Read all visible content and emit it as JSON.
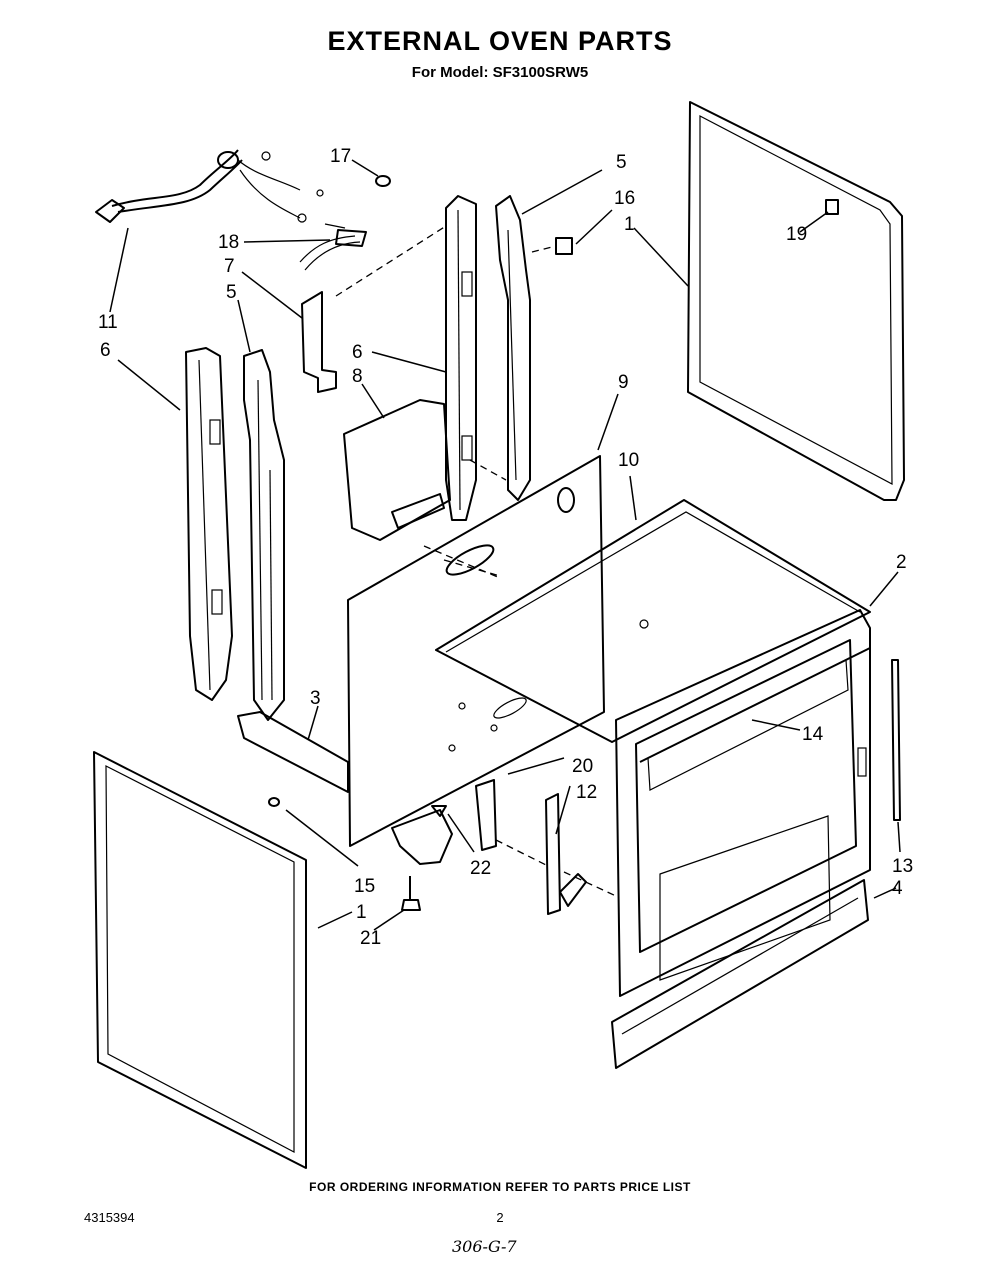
{
  "title": "EXTERNAL OVEN PARTS",
  "subtitle": "For Model: SF3100SRW5",
  "footer_note": "FOR ORDERING INFORMATION REFER TO PARTS PRICE LIST",
  "doc_number": "4315394",
  "page_number": "2",
  "handwritten_note": "306-G-7",
  "callouts": [
    {
      "id": "c17",
      "label": "17"
    },
    {
      "id": "c5a",
      "label": "5"
    },
    {
      "id": "c16",
      "label": "16"
    },
    {
      "id": "c1a",
      "label": "1"
    },
    {
      "id": "c19",
      "label": "19"
    },
    {
      "id": "c18",
      "label": "18"
    },
    {
      "id": "c7",
      "label": "7"
    },
    {
      "id": "c5b",
      "label": "5"
    },
    {
      "id": "c11",
      "label": "11"
    },
    {
      "id": "c6a",
      "label": "6"
    },
    {
      "id": "c6b",
      "label": "6"
    },
    {
      "id": "c8",
      "label": "8"
    },
    {
      "id": "c9",
      "label": "9"
    },
    {
      "id": "c10",
      "label": "10"
    },
    {
      "id": "c2",
      "label": "2"
    },
    {
      "id": "c3",
      "label": "3"
    },
    {
      "id": "c14",
      "label": "14"
    },
    {
      "id": "c20",
      "label": "20"
    },
    {
      "id": "c12",
      "label": "12"
    },
    {
      "id": "c15",
      "label": "15"
    },
    {
      "id": "c22",
      "label": "22"
    },
    {
      "id": "c13",
      "label": "13"
    },
    {
      "id": "c4",
      "label": "4"
    },
    {
      "id": "c1b",
      "label": "1"
    },
    {
      "id": "c21",
      "label": "21"
    }
  ]
}
